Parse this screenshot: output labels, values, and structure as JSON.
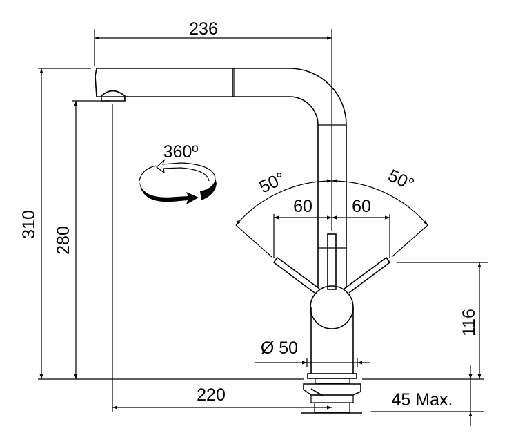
{
  "title": "Faucet dimension drawing",
  "dimensions": {
    "spout_reach": "236",
    "overall_height": "310",
    "spout_clearance": "280",
    "base_to_spout_tip": "220",
    "handle_height": "116",
    "deck_thickness": "45 Max.",
    "base_diameter": "Ø 50",
    "handle_offset_left": "60",
    "handle_offset_right": "60",
    "handle_angle_left": "50°",
    "handle_angle_right": "50°",
    "swivel": "360º"
  },
  "colors": {
    "line": "#000000",
    "background": "#ffffff"
  }
}
